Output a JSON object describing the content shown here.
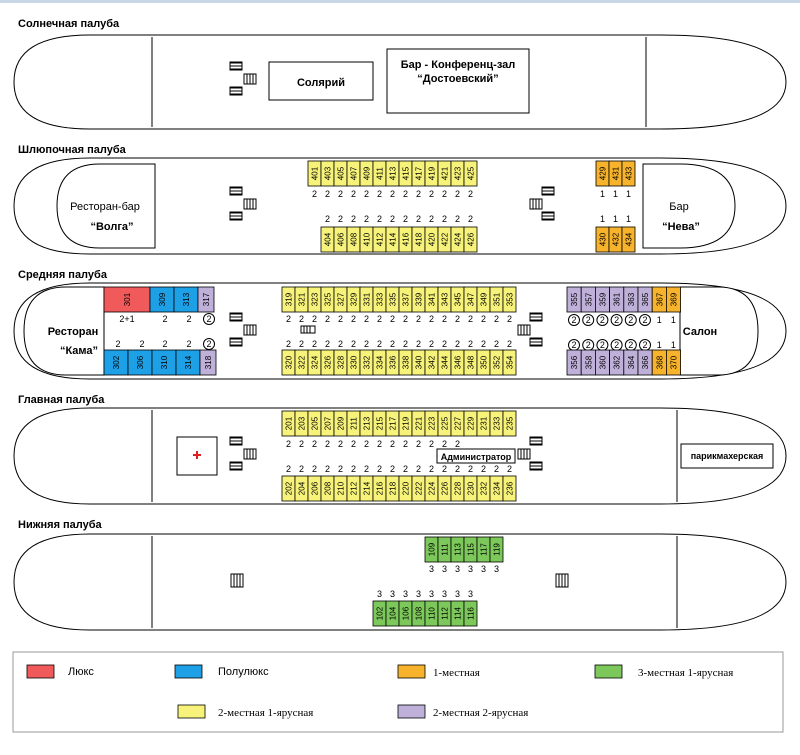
{
  "colors": {
    "lux": "#f05a5a",
    "semilux": "#1ea0e6",
    "single": "#f7b32b",
    "triple": "#7dc85a",
    "double1": "#f7f37a",
    "double2": "#bfb0da",
    "hull": "#000000",
    "medical_cross": "#e02020"
  },
  "decks": {
    "sun": {
      "title": "Солнечная палуба",
      "solarium": "Солярий",
      "bar_line1": "Бар - Конференц-зал",
      "bar_line2": "“Достоевский”"
    },
    "boat": {
      "title": "Шлюпочная палуба",
      "restaurant_line1": "Ресторан-бар",
      "restaurant_line2": "“Волга”",
      "bar_line1": "Бар",
      "bar_line2": "“Нева”",
      "top_cabins": [
        "401",
        "403",
        "405",
        "407",
        "409",
        "411",
        "413",
        "415",
        "417",
        "419",
        "421",
        "423",
        "425"
      ],
      "bottom_cabins": [
        "404",
        "406",
        "408",
        "410",
        "412",
        "414",
        "416",
        "418",
        "420",
        "422",
        "424",
        "426"
      ],
      "top_caps": [
        "2",
        "2",
        "2",
        "2",
        "2",
        "2",
        "2",
        "2",
        "2",
        "2",
        "2",
        "2",
        "2"
      ],
      "bottom_caps": [
        "2",
        "2",
        "2",
        "2",
        "2",
        "2",
        "2",
        "2",
        "2",
        "2",
        "2",
        "2"
      ],
      "right_top_cabins": [
        "429",
        "431",
        "433"
      ],
      "right_bottom_cabins": [
        "430",
        "432",
        "434"
      ],
      "right_caps_top": [
        "1",
        "1",
        "1"
      ],
      "right_caps_bottom": [
        "1",
        "1",
        "1"
      ]
    },
    "middle": {
      "title": "Средняя палуба",
      "restaurant_line1": "Ресторан",
      "restaurant_line2": "“Кама”",
      "salon": "Салон",
      "left_top_cabins": [
        {
          "num": "301",
          "type": "lux"
        },
        {
          "num": "309",
          "type": "semilux"
        },
        {
          "num": "313",
          "type": "semilux"
        },
        {
          "num": "317",
          "type": "double2"
        }
      ],
      "left_top_caps": [
        "2+1",
        "2",
        "2",
        "2"
      ],
      "left_bottom_cabins": [
        {
          "num": "302",
          "type": "semilux"
        },
        {
          "num": "306",
          "type": "semilux"
        },
        {
          "num": "310",
          "type": "semilux"
        },
        {
          "num": "314",
          "type": "semilux"
        },
        {
          "num": "318",
          "type": "double2"
        }
      ],
      "left_bottom_caps": [
        "2",
        "2",
        "2",
        "2",
        "2"
      ],
      "center_top_cabins": [
        "319",
        "321",
        "323",
        "325",
        "327",
        "329",
        "331",
        "333",
        "335",
        "337",
        "339",
        "341",
        "343",
        "345",
        "347",
        "349",
        "351",
        "353"
      ],
      "center_bottom_cabins": [
        "320",
        "322",
        "324",
        "326",
        "328",
        "330",
        "332",
        "334",
        "336",
        "338",
        "340",
        "342",
        "344",
        "346",
        "348",
        "350",
        "352",
        "354"
      ],
      "center_top_caps": [
        "2",
        "2",
        "2",
        "2",
        "2",
        "2",
        "2",
        "2",
        "2",
        "2",
        "2",
        "2",
        "2",
        "2",
        "2",
        "2",
        "2",
        "2"
      ],
      "center_bottom_caps": [
        "2",
        "2",
        "2",
        "2",
        "2",
        "2",
        "2",
        "2",
        "2",
        "2",
        "2",
        "2",
        "2",
        "2",
        "2",
        "2",
        "2",
        "2"
      ],
      "right_top_cabins": [
        {
          "num": "355",
          "type": "double2"
        },
        {
          "num": "357",
          "type": "double2"
        },
        {
          "num": "359",
          "type": "double2"
        },
        {
          "num": "361",
          "type": "double2"
        },
        {
          "num": "363",
          "type": "double2"
        },
        {
          "num": "365",
          "type": "double2"
        },
        {
          "num": "367",
          "type": "single"
        },
        {
          "num": "369",
          "type": "single"
        }
      ],
      "right_bottom_cabins": [
        {
          "num": "356",
          "type": "double2"
        },
        {
          "num": "358",
          "type": "double2"
        },
        {
          "num": "360",
          "type": "double2"
        },
        {
          "num": "362",
          "type": "double2"
        },
        {
          "num": "364",
          "type": "double2"
        },
        {
          "num": "366",
          "type": "double2"
        },
        {
          "num": "368",
          "type": "single"
        },
        {
          "num": "370",
          "type": "single"
        }
      ],
      "right_caps": [
        "2",
        "2",
        "2",
        "2",
        "2",
        "2",
        "1",
        "1"
      ]
    },
    "main": {
      "title": "Главная палуба",
      "admin": "Администратор",
      "barber": "парикмахерская",
      "top_cabins": [
        "201",
        "203",
        "205",
        "207",
        "209",
        "211",
        "213",
        "215",
        "217",
        "219",
        "221",
        "223",
        "225",
        "227",
        "229",
        "231",
        "233",
        "235"
      ],
      "bottom_cabins": [
        "202",
        "204",
        "206",
        "208",
        "210",
        "212",
        "214",
        "216",
        "218",
        "220",
        "222",
        "224",
        "226",
        "228",
        "230",
        "232",
        "234",
        "236"
      ],
      "top_caps": [
        "2",
        "2",
        "2",
        "2",
        "2",
        "2",
        "2",
        "2",
        "2",
        "2",
        "2",
        "2",
        "2",
        "2"
      ],
      "bottom_caps": [
        "2",
        "2",
        "2",
        "2",
        "2",
        "2",
        "2",
        "2",
        "2",
        "2",
        "2",
        "2",
        "2",
        "2",
        "2",
        "2",
        "2",
        "2"
      ]
    },
    "lower": {
      "title": "Нижняя палуба",
      "top_cabins": [
        "109",
        "111",
        "113",
        "115",
        "117",
        "119"
      ],
      "bottom_cabins": [
        "102",
        "104",
        "106",
        "108",
        "110",
        "112",
        "114",
        "116"
      ],
      "top_caps": [
        "3",
        "3",
        "3",
        "3",
        "3",
        "3"
      ],
      "bottom_caps": [
        "3",
        "3",
        "3",
        "3",
        "3",
        "3",
        "3",
        "3"
      ]
    }
  },
  "legend": [
    {
      "label": "Люкс",
      "color": "lux"
    },
    {
      "label": "Полулюкс",
      "color": "semilux"
    },
    {
      "label": "1-местная",
      "color": "single"
    },
    {
      "label": "3-местная 1-ярусная",
      "color": "triple"
    },
    {
      "label": "2-местная 1-ярусная",
      "color": "double1"
    },
    {
      "label": "2-местная 2-ярусная",
      "color": "double2"
    }
  ]
}
